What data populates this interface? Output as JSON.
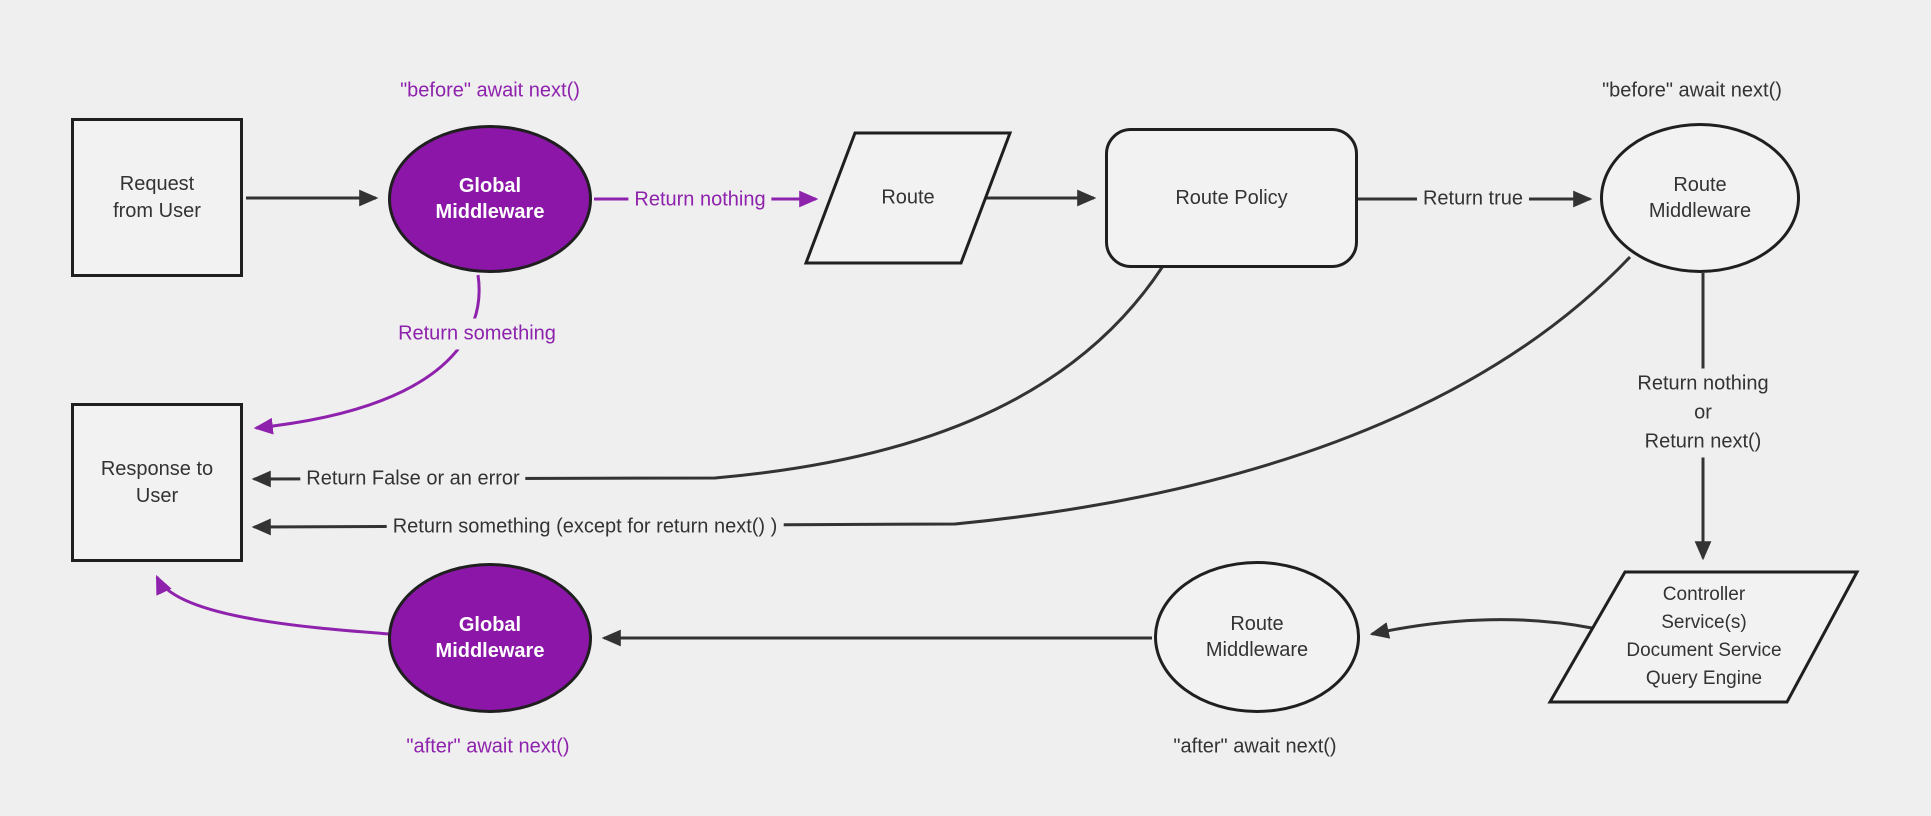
{
  "diagram": {
    "colors": {
      "background": "#efefef",
      "node_fill": "#f2f2f2",
      "node_stroke": "#1f1f1f",
      "line": "#333333",
      "purple_fill": "#8b16a8",
      "purple_text": "#8e22ad",
      "text": "#333333"
    },
    "nodes": {
      "request_box": {
        "label": "Request from User"
      },
      "global_middleware_top": {
        "label": "Global Middleware"
      },
      "route": {
        "label": "Route"
      },
      "route_policy": {
        "label": "Route Policy"
      },
      "route_middleware_top": {
        "label": "Route Middleware"
      },
      "controller_services": {
        "lines": [
          "Controller",
          "Service(s)",
          "Document Service",
          "Query Engine"
        ]
      },
      "route_middleware_bottom": {
        "label": "Route Middleware"
      },
      "global_middleware_bottom": {
        "label": "Global Middleware"
      },
      "response_box": {
        "label": "Response to User"
      }
    },
    "edge_labels": {
      "before_await_next": "\"before\" await next()",
      "after_await_next": "\"after\" await next()",
      "return_nothing": "Return nothing",
      "return_true": "Return true",
      "return_nothing_or": {
        "lines": [
          "Return nothing",
          "or",
          "Return next()"
        ]
      },
      "return_something": "Return something",
      "return_false_or_error": "Return False or an error",
      "return_something_except": "Return something (except for return next() )"
    }
  }
}
